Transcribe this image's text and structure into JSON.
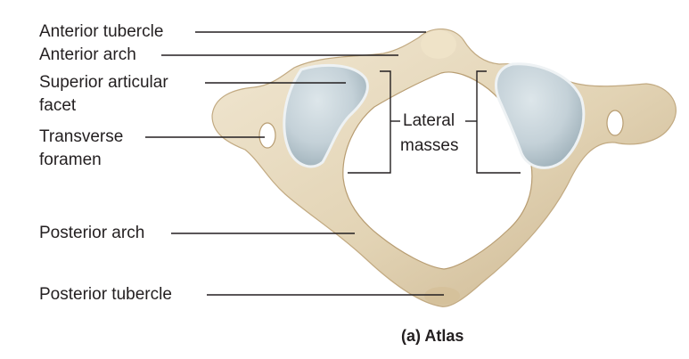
{
  "figure": {
    "caption": "(a) Atlas",
    "labels": {
      "anterior_tubercle": "Anterior tubercle",
      "anterior_arch": "Anterior arch",
      "superior_articular_facet_line1": "Superior articular",
      "superior_articular_facet_line2": "facet",
      "transverse_foramen_line1": "Transverse",
      "transverse_foramen_line2": "foramen",
      "posterior_arch": "Posterior arch",
      "posterior_tubercle": "Posterior tubercle",
      "lateral_masses_line1": "Lateral",
      "lateral_masses_line2": "masses"
    }
  },
  "colors": {
    "bone": "#e2d3b4",
    "bone_shadow": "#c7b089",
    "bone_highlight": "#f2e9d6",
    "facet": "#bfcdd4",
    "facet_rim": "#e9eef0",
    "leader_line": "#231f20",
    "text": "#231f20"
  }
}
